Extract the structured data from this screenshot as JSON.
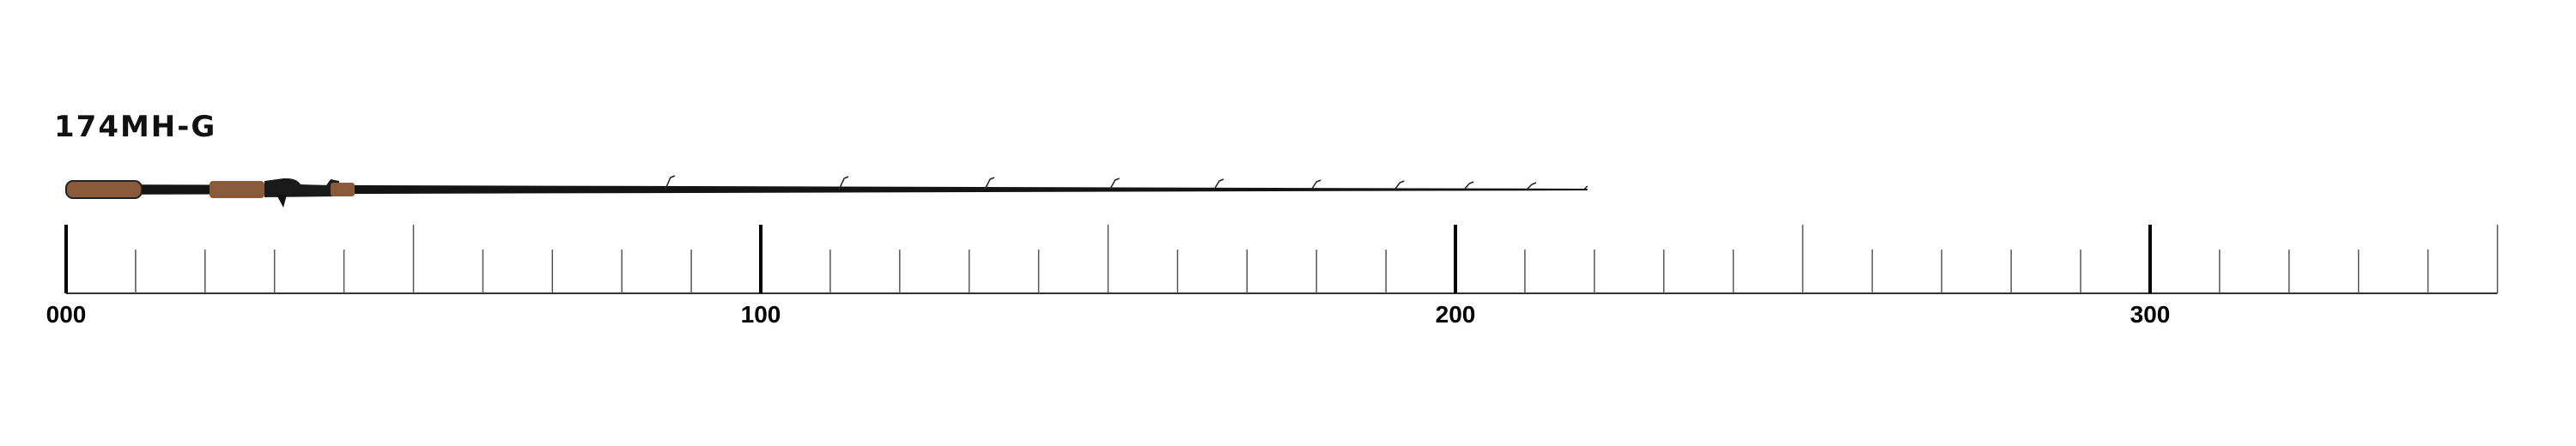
{
  "product": {
    "model": "174MH-G"
  },
  "ruler": {
    "min": 0,
    "max": 350,
    "minor_step": 10,
    "mid_step": 50,
    "major_step": 100,
    "labels": [
      "000",
      "100",
      "200",
      "300"
    ]
  },
  "rod": {
    "length_units": 219,
    "guide_positions_units": [
      87,
      112,
      133,
      151,
      166,
      180,
      192,
      202,
      211
    ],
    "colors": {
      "blank": "#141414",
      "cork": "#8a5a3a",
      "reel_seat": "#1a1a1a"
    }
  }
}
